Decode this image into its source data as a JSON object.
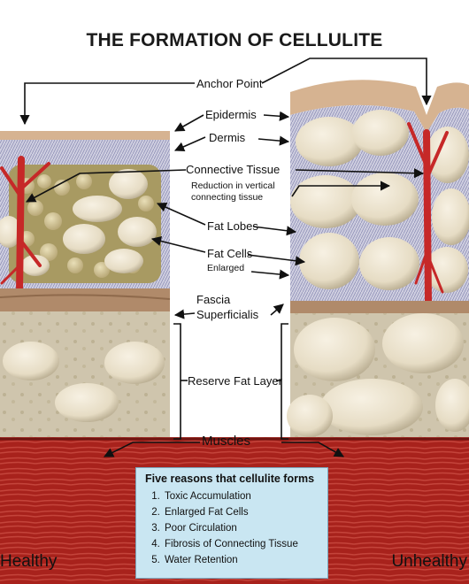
{
  "title": "THE FORMATION OF CELLULITE",
  "labels": {
    "anchor_point": "Anchor Point",
    "epidermis": "Epidermis",
    "dermis": "Dermis",
    "connective_tissue": "Connective Tissue",
    "reduction_line1": "Reduction in vertical",
    "reduction_line2": "connecting tissue",
    "fat_lobes": "Fat Lobes",
    "fat_cells": "Fat Cells",
    "enlarged": "Enlarged",
    "fascia": "Fascia",
    "superficialis": "Superficialis",
    "reserve_fat_layer": "Reserve Fat Layer",
    "muscles": "Muscles"
  },
  "sides": {
    "left": "Healthy",
    "right": "Unhealthy"
  },
  "reasons_box": {
    "heading": "Five reasons that cellulite forms",
    "items": [
      "Toxic Accumulation",
      "Enlarged Fat Cells",
      "Poor Circulation",
      "Fibrosis of Connecting Tissue",
      "Water Retention"
    ]
  },
  "colors": {
    "skin": "#d6b391",
    "dermis": "#c9c9dc",
    "fascia": "#b08a6a",
    "fat_lobe": "#ece3cf",
    "reserve": "#cfc5ad",
    "muscle": "#a8221c",
    "vessel": "#c62828",
    "box": "#c9e6f2"
  }
}
